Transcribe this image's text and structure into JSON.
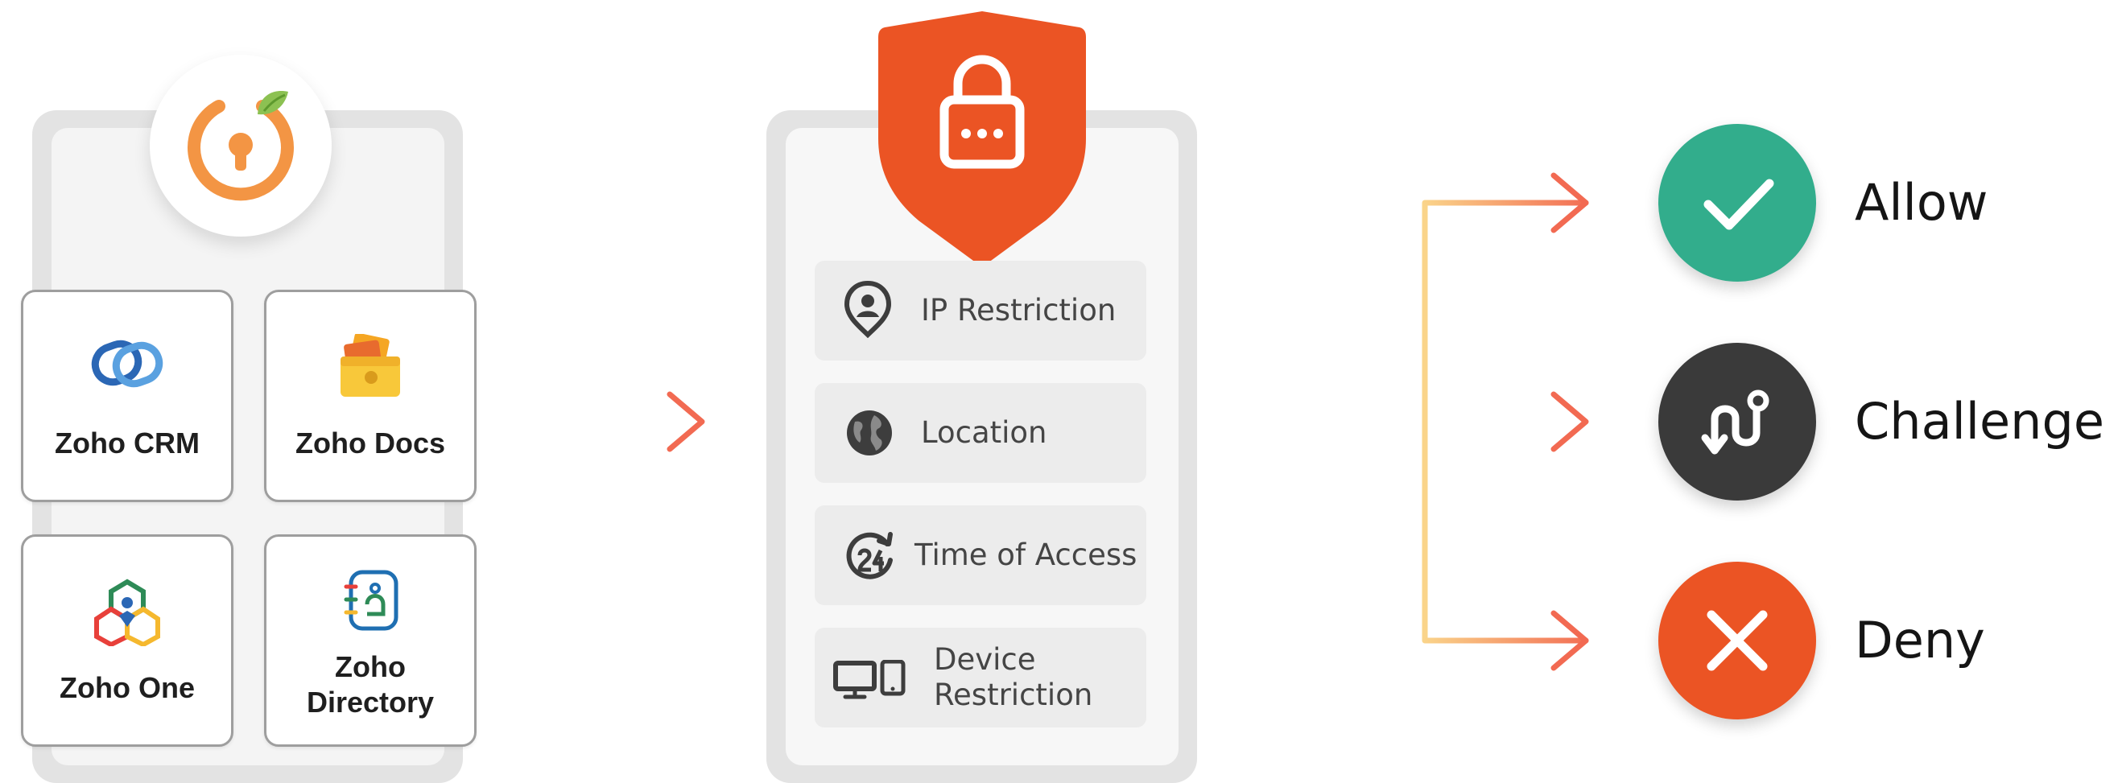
{
  "apps": [
    {
      "label": "Zoho CRM",
      "icon": "zoho-crm-icon"
    },
    {
      "label": "Zoho Docs",
      "icon": "zoho-docs-icon"
    },
    {
      "label": "Zoho One",
      "icon": "zoho-one-icon"
    },
    {
      "label_line1": "Zoho",
      "label_line2": "Directory",
      "icon": "zoho-directory-icon"
    }
  ],
  "policies": [
    {
      "label": "IP Restriction",
      "icon": "location-pin-icon"
    },
    {
      "label": "Location",
      "icon": "globe-icon"
    },
    {
      "label": "Time of Access",
      "icon": "clock-24-icon"
    },
    {
      "label_line1": "Device",
      "label_line2": "Restriction",
      "icon": "devices-icon"
    }
  ],
  "outcomes": [
    {
      "label": "Allow",
      "icon": "check-icon",
      "color": "#32AD8C"
    },
    {
      "label": "Challenge",
      "icon": "route-icon",
      "color": "#3A3A3A"
    },
    {
      "label": "Deny",
      "icon": "close-icon",
      "color": "#EB5424"
    }
  ],
  "colors": {
    "brand_orange": "#EB5424",
    "arrow_start": "#FAD48A",
    "arrow_end": "#F26A52",
    "panel_border": "#E3E3E3"
  }
}
